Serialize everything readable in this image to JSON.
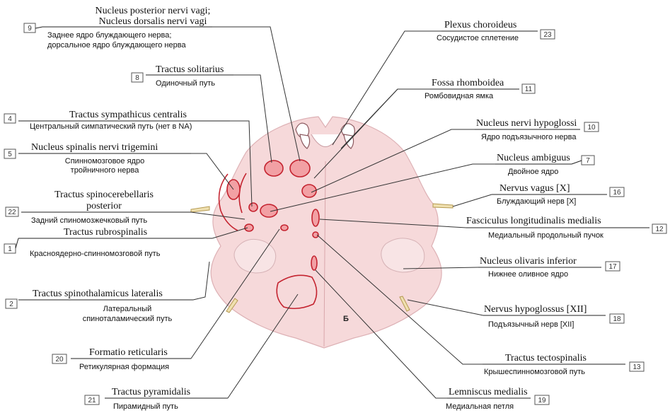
{
  "section_letter": "Б",
  "colors": {
    "tissue": "#f6d9da",
    "nucleus_outline": "#c4232f",
    "leader": "#333333"
  },
  "labels": [
    {
      "id": "nucleus-posterior-nervi-vagi",
      "number": "9",
      "latin": [
        "Nucleus posterior nervi vagi;",
        "Nucleus dorsalis nervi vagi"
      ],
      "russian": [
        "Заднее ядро блуждающего нерва;",
        "дорсальное ядро блуждающего нерва"
      ]
    },
    {
      "id": "tractus-solitarius",
      "number": "8",
      "latin": [
        "Tractus solitarius"
      ],
      "russian": [
        "Одиночный путь"
      ]
    },
    {
      "id": "tractus-sympathicus-centralis",
      "number": "4",
      "latin": [
        "Tractus sympathicus centralis"
      ],
      "russian": [
        "Центральный симпатический путь (нет в NA)"
      ]
    },
    {
      "id": "nucleus-spinalis-nervi-trigemini",
      "number": "5",
      "latin": [
        "Nucleus spinalis nervi trigemini"
      ],
      "russian": [
        "Спинномозговое ядро",
        "тройничного нерва"
      ]
    },
    {
      "id": "tractus-spinocerebellaris-posterior",
      "number": "22",
      "latin": [
        "Tractus spinocerebellaris",
        "posterior"
      ],
      "russian": [
        "Задний спиномозжечковый путь"
      ]
    },
    {
      "id": "tractus-rubrospinalis",
      "number": "1",
      "latin": [
        "Tractus rubrospinalis"
      ],
      "russian": [
        "Красноядерно-спинномозговой путь"
      ]
    },
    {
      "id": "tractus-spinothalamicus-lateralis",
      "number": "2",
      "latin": [
        "Tractus spinothalamicus lateralis"
      ],
      "russian": [
        "Латеральный",
        "спиноталамический путь"
      ]
    },
    {
      "id": "formatio-reticularis",
      "number": "20",
      "latin": [
        "Formatio reticularis"
      ],
      "russian": [
        "Ретикулярная формация"
      ]
    },
    {
      "id": "tractus-pyramidalis",
      "number": "21",
      "latin": [
        "Tractus pyramidalis"
      ],
      "russian": [
        "Пирамидный путь"
      ]
    },
    {
      "id": "plexus-choroideus",
      "number": "23",
      "latin": [
        "Plexus choroideus"
      ],
      "russian": [
        "Сосудистое сплетение"
      ]
    },
    {
      "id": "fossa-rhomboidea",
      "number": "11",
      "latin": [
        "Fossa rhomboidea"
      ],
      "russian": [
        "Ромбовидная ямка"
      ]
    },
    {
      "id": "nucleus-nervi-hypoglossi",
      "number": "10",
      "latin": [
        "Nucleus nervi hypoglossi"
      ],
      "russian": [
        "Ядро подъязычного нерва"
      ]
    },
    {
      "id": "nucleus-ambiguus",
      "number": "7",
      "latin": [
        "Nucleus ambiguus"
      ],
      "russian": [
        "Двойное ядро"
      ]
    },
    {
      "id": "nervus-vagus",
      "number": "16",
      "latin": [
        "Nervus vagus [X]"
      ],
      "russian": [
        "Блуждающий нерв [X]"
      ]
    },
    {
      "id": "fasciculus-longitudinalis-medialis",
      "number": "12",
      "latin": [
        "Fasciculus longitudinalis medialis"
      ],
      "russian": [
        "Медиальный продольный пучок"
      ]
    },
    {
      "id": "nucleus-olivaris-inferior",
      "number": "17",
      "latin": [
        "Nucleus olivaris inferior"
      ],
      "russian": [
        "Нижнее оливное ядро"
      ]
    },
    {
      "id": "nervus-hypoglossus",
      "number": "18",
      "latin": [
        "Nervus hypoglossus [XII]"
      ],
      "russian": [
        "Подъязычный нерв [XII]"
      ]
    },
    {
      "id": "tractus-tectospinalis",
      "number": "13",
      "latin": [
        "Tractus tectospinalis"
      ],
      "russian": [
        "Крышеспинномозговой путь"
      ]
    },
    {
      "id": "lemniscus-medialis",
      "number": "19",
      "latin": [
        "Lemniscus medialis"
      ],
      "russian": [
        "Медиальная петля"
      ]
    }
  ]
}
